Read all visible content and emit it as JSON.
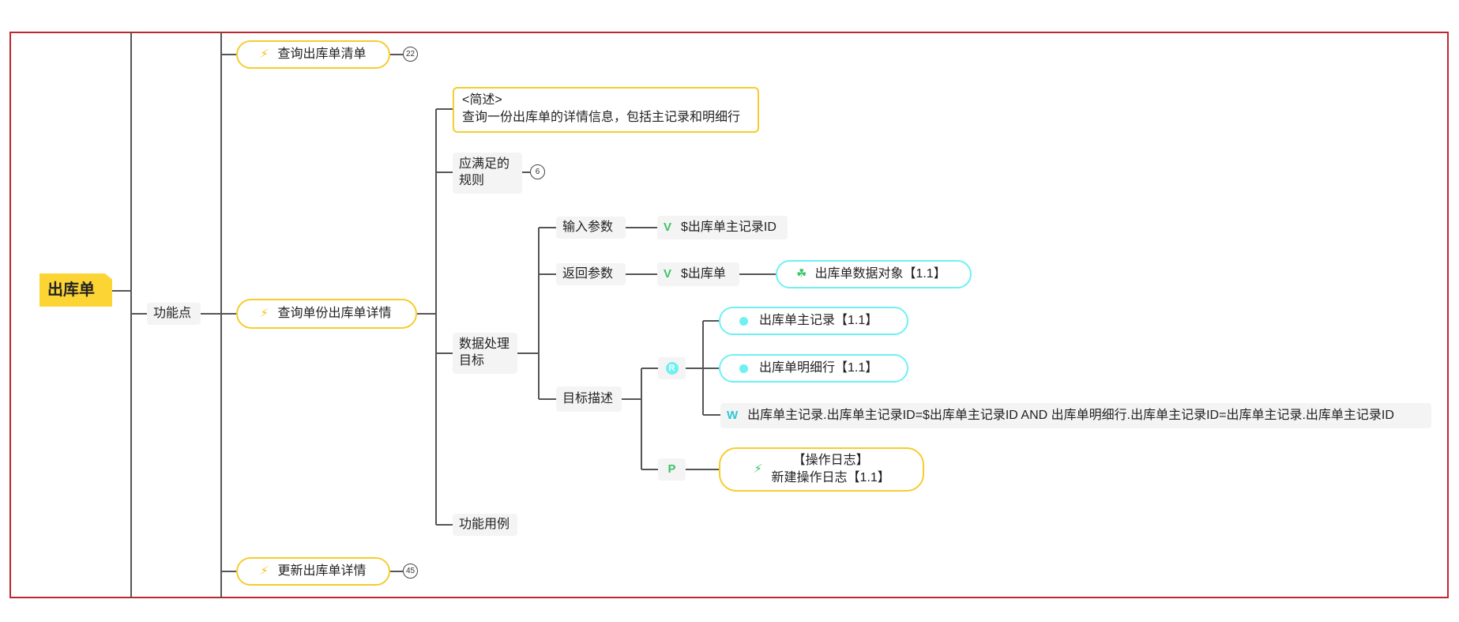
{
  "root": {
    "label": "出库单"
  },
  "level1": {
    "label": "功能点"
  },
  "functions": [
    {
      "label": "查询出库单清单",
      "count": "22"
    },
    {
      "label": "查询单份出库单详情"
    },
    {
      "label": "更新出库单详情",
      "count": "45"
    }
  ],
  "detail": {
    "summary_title": "<简述>",
    "summary_text": "查询一份出库单的详情信息，包括主记录和明细行",
    "rules": {
      "label_line1": "应满足的",
      "label_line2": "规则",
      "count": "6"
    },
    "processing": {
      "label_line1": "数据处理",
      "label_line2": "目标"
    },
    "use_case": "功能用例"
  },
  "processing": {
    "input": {
      "label": "输入参数",
      "marker": "V",
      "value": "$出库单主记录ID"
    },
    "output": {
      "label": "返回参数",
      "marker": "V",
      "value": "$出库单",
      "object": "出库单数据对象【1.1】"
    },
    "target": {
      "label": "目标描述",
      "r_badge": "R",
      "record1": "出库单主记录【1.1】",
      "record2": "出库单明细行【1.1】",
      "w_marker": "W",
      "condition": "出库单主记录.出库单主记录ID=$出库单主记录ID AND 出库单明细行.出库单主记录ID=出库单主记录.出库单主记录ID",
      "p_marker": "P",
      "p_line1": "【操作日志】",
      "p_line2": "新建操作日志【1.1】"
    }
  },
  "colors": {
    "frame": "#c0262d",
    "root": "#fcd535",
    "yellow_border": "#f6cc2f",
    "cyan_border": "#6ff0f2",
    "green": "#3cc466",
    "lines": "#555555"
  },
  "icons": {
    "function": "bolt-icon",
    "object": "cluster-icon",
    "record": "dot-icon"
  }
}
